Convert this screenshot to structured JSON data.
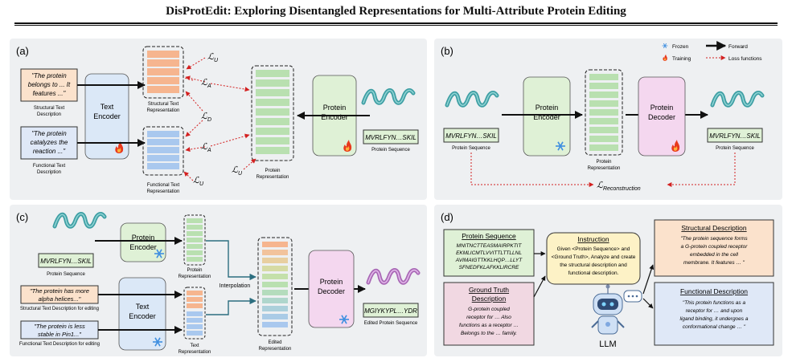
{
  "title": "DisProtEdit: Exploring Disentangled Representations for Multi-Attribute Protein Editing",
  "colors": {
    "panel_bg": "#eef0f2",
    "text_box": "#fbe2cc",
    "text_box2": "#dfe8f7",
    "encoder_blue": "#dbe8f7",
    "protein_green": "#dff1d6",
    "decoder_pink": "#f4d7ef",
    "loss_red": "#d32020"
  },
  "panel_a": {
    "label": "(a)",
    "struct_text": [
      "\"The protein",
      "belongs to ... It",
      "features ...\""
    ],
    "struct_caption": [
      "Structural Text",
      "Description"
    ],
    "func_text": [
      "\"The protein",
      "catalyzes the",
      "reaction ...\""
    ],
    "func_caption": [
      "Functional Text",
      "Description"
    ],
    "text_encoder": [
      "Text",
      "Encoder"
    ],
    "struct_repr": [
      "Structural Text",
      "Representation"
    ],
    "func_repr": [
      "Functional Text",
      "Representation"
    ],
    "protein_repr": [
      "Protein",
      "Representation"
    ],
    "protein_encoder": [
      "Protein",
      "Encoder"
    ],
    "sequence": "MVRLFYN…SKIL",
    "sequence_caption": "Protein Sequence",
    "loss_u": "ℒ",
    "loss_u_sub": "U",
    "loss_a": "ℒ",
    "loss_a_sub": "A",
    "loss_d": "ℒ",
    "loss_d_sub": "D"
  },
  "panel_b": {
    "label": "(b)",
    "legend": {
      "frozen": "Frozen",
      "training": "Training",
      "forward": "Forward",
      "loss": "Loss functions"
    },
    "seq_in": "MVRLFYN…SKIL",
    "seq_in_caption": "Protein Sequence",
    "encoder": [
      "Protein",
      "Encoder"
    ],
    "repr": [
      "Protein",
      "Representation"
    ],
    "decoder": [
      "Protein",
      "Decoder"
    ],
    "seq_out": "MVRLFYN…SKIL",
    "seq_out_caption": "Protein Sequence",
    "loss": "ℒ",
    "loss_sub": "Reconstruction"
  },
  "panel_c": {
    "label": "(c)",
    "seq": "MVRLFYN…SKIL",
    "seq_caption": "Protein Sequence",
    "protein_encoder": [
      "Protein",
      "Encoder"
    ],
    "protein_repr": [
      "Protein",
      "Representation"
    ],
    "struct_edit": [
      "\"The protein has more",
      "alpha helices...\""
    ],
    "struct_edit_caption": "Structural Text Description for editing",
    "func_edit": [
      "\"The protein is less",
      "stable in Pin1...\""
    ],
    "func_edit_caption": "Functional Text Description for editing",
    "text_encoder": [
      "Text",
      "Encoder"
    ],
    "text_repr": [
      "Text",
      "Representation"
    ],
    "interpolation": "Interpolation",
    "edited_repr": [
      "Edited",
      "Representation"
    ],
    "decoder": [
      "Protein",
      "Decoder"
    ],
    "edited_seq": "MGIYKYPL…YDR",
    "edited_seq_caption": "Edited Protein Sequence"
  },
  "panel_d": {
    "label": "(d)",
    "seq_title": "Protein Sequence",
    "seq_lines": [
      "MNITNCTTEASMAIRPKTIT",
      "EKMLICMTLVVITTLTTLLNL",
      "AVIMAIGTTKKLHQP…LLYT",
      "SFNEDFKLAFKKLIRCRE"
    ],
    "gt_title": [
      "Ground Truth",
      "Description"
    ],
    "gt_lines": [
      "G-protein coupled",
      "receptor for …  Also",
      "functions as a receptor …",
      "Belongs to the … family."
    ],
    "instr_title": "Instruction",
    "instr_lines": [
      "Given <Protein Sequence> and",
      "<Ground Truth>, Analyze and create",
      "the structural description and",
      "functional description."
    ],
    "llm": "LLM",
    "struct_title": "Structural Description",
    "struct_lines": [
      "\"The protein sequence forms",
      "a G-protein coupled receptor",
      "embedded in the cell",
      "membrane. It features … \""
    ],
    "func_title": "Functional Description",
    "func_lines": [
      "\"This protein functions as a",
      "receptor for … and upon",
      "ligand binding, it undergoes a",
      "conformational change … \""
    ]
  }
}
